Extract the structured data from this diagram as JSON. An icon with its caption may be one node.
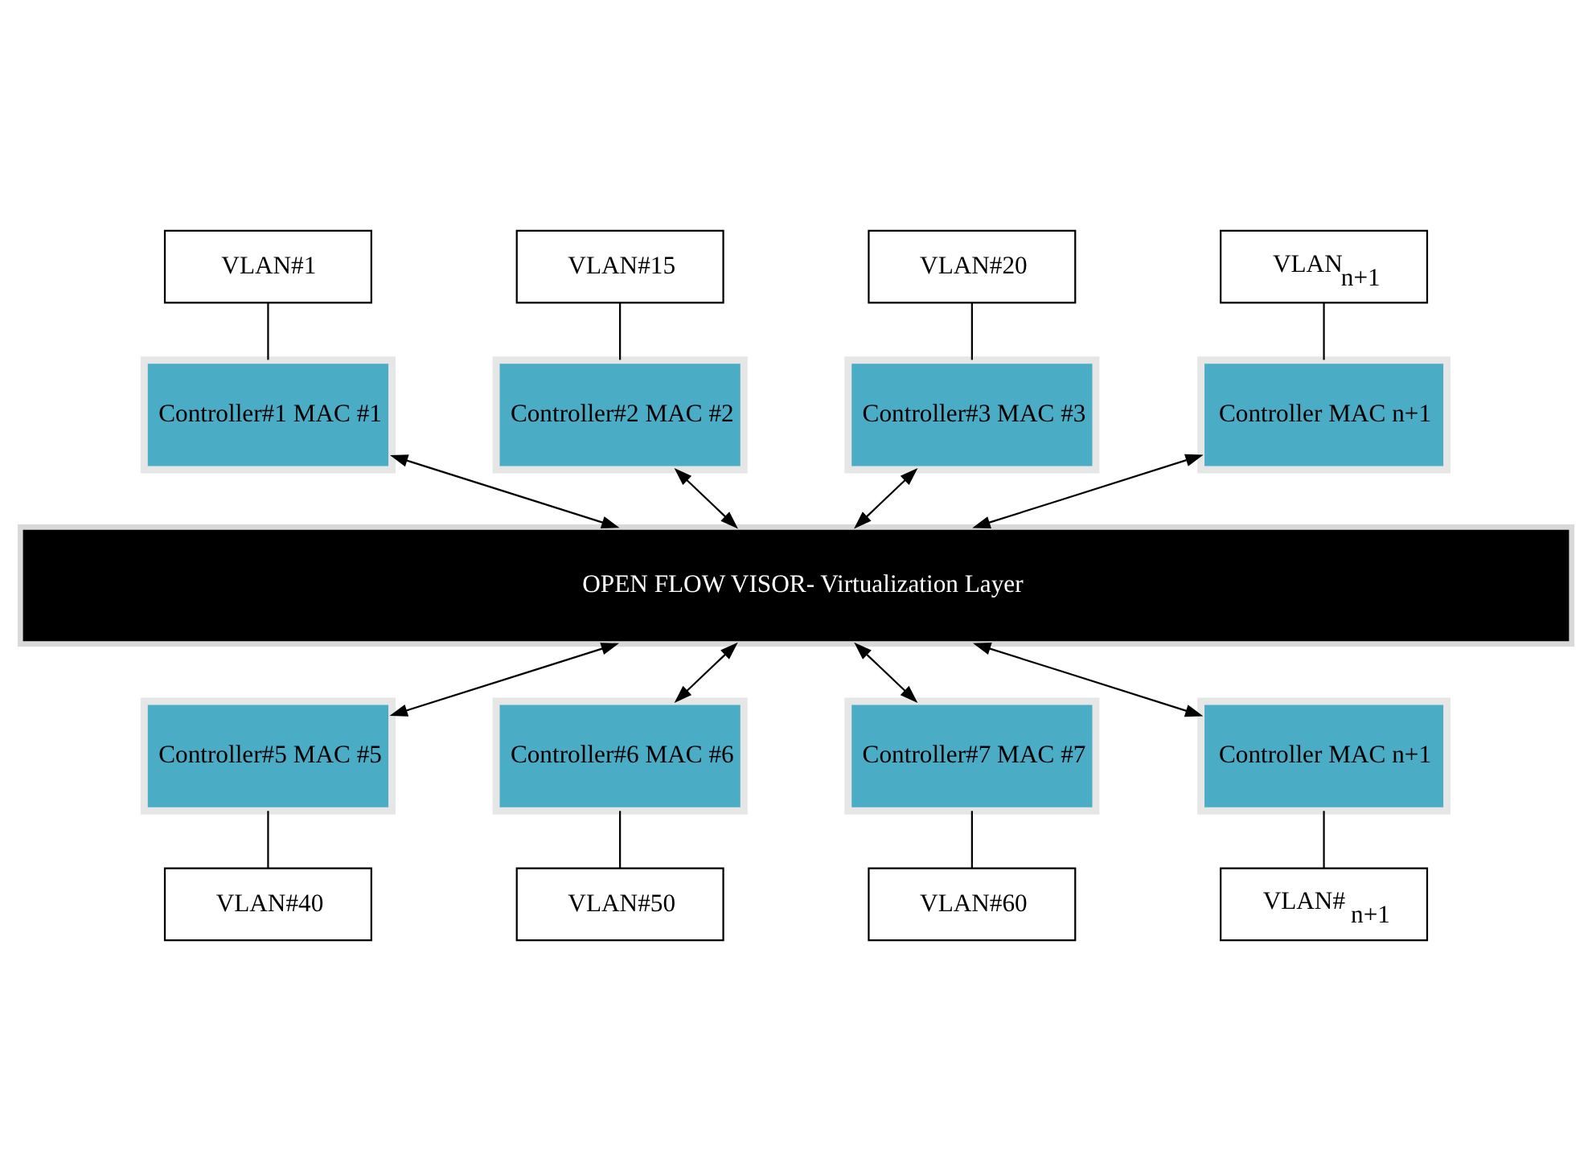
{
  "diagram": {
    "nodes": [
      {
        "text": [
          "VLAN#1"
        ]
      },
      {
        "text": [
          "VLAN#15"
        ]
      },
      {
        "text": [
          "VLAN#20"
        ]
      },
      {
        "text": [
          "VLAN$_{n+1}$"
        ]
      },
      {
        "text": [
          "Controller#1 MAC #1"
        ]
      },
      {
        "text": [
          "Controller#2 MAC #2"
        ]
      },
      {
        "text": [
          "Controller#3 MAC #3"
        ]
      },
      {
        "text": [
          "Controller MAC n+1"
        ]
      },
      {
        "text": [
          "OPEN FLOW VISOR- Virtualization Layer"
        ]
      },
      {
        "text": [
          "Controller#5 MAC #5"
        ]
      },
      {
        "text": [
          "Controller#6 MAC #6"
        ]
      },
      {
        "text": [
          "Controller#7 MAC #7"
        ]
      },
      {
        "text": [
          "Controller MAC n+1"
        ]
      },
      {
        "text": [
          "VLAN#40"
        ]
      },
      {
        "text": [
          "VLAN#50"
        ]
      },
      {
        "text": [
          "VLAN#60"
        ]
      },
      {
        "text": [
          "VLAN# $_{n+1}$"
        ]
      }
    ],
    "edges": [
      {
        "from": 0,
        "to": 4,
        "arrow": "none"
      },
      {
        "from": 1,
        "to": 5,
        "arrow": "none"
      },
      {
        "from": 2,
        "to": 6,
        "arrow": "none"
      },
      {
        "from": 3,
        "to": 7,
        "arrow": "none"
      },
      {
        "from": 4,
        "to": 8,
        "arrow": "both"
      },
      {
        "from": 5,
        "to": 8,
        "arrow": "both"
      },
      {
        "from": 6,
        "to": 8,
        "arrow": "both"
      },
      {
        "from": 7,
        "to": 8,
        "arrow": "both"
      },
      {
        "from": 8,
        "to": 9,
        "arrow": "both"
      },
      {
        "from": 8,
        "to": 10,
        "arrow": "both"
      },
      {
        "from": 8,
        "to": 11,
        "arrow": "both"
      },
      {
        "from": 8,
        "to": 12,
        "arrow": "both"
      },
      {
        "from": 9,
        "to": 13,
        "arrow": "none"
      },
      {
        "from": 10,
        "to": 14,
        "arrow": "none"
      },
      {
        "from": 11,
        "to": 15,
        "arrow": "none"
      },
      {
        "from": 12,
        "to": 16,
        "arrow": "none"
      }
    ]
  }
}
